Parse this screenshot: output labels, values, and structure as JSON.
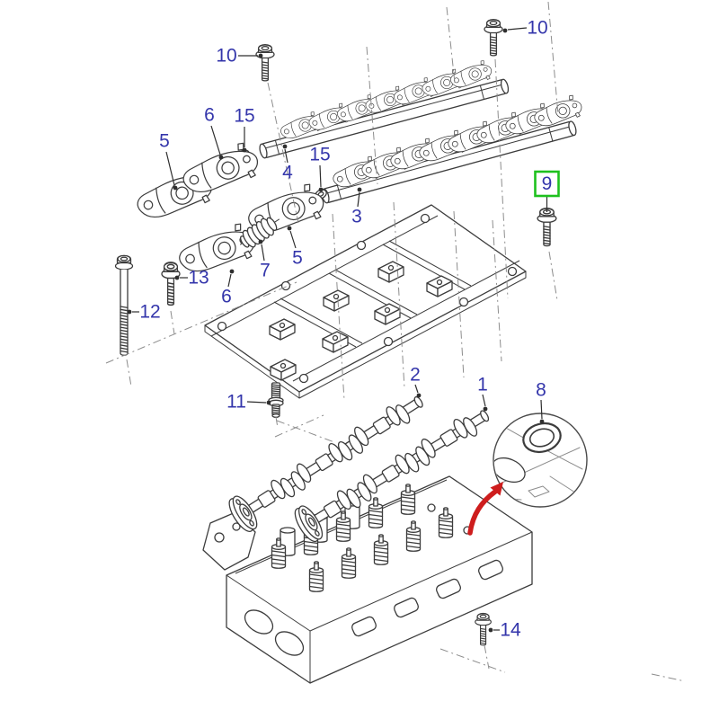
{
  "diagram": {
    "type": "exploded-parts-diagram",
    "subject": "cylinder-head-camshaft-and-rocker-assembly",
    "highlighted_callout": "9",
    "colors": {
      "background": "#ffffff",
      "line_dark": "#3c3c3c",
      "line_mid": "#8d8d8d",
      "leader": "#2e2e2e",
      "label": "#3436ab",
      "highlight_box": "#1ec11e",
      "arrow": "#ce1d1d"
    },
    "callouts": [
      {
        "label": "10",
        "part": "flanged-bolt",
        "highlighted": false
      },
      {
        "label": "10",
        "part": "flanged-bolt",
        "highlighted": false
      },
      {
        "label": "6",
        "part": "rocker-arm",
        "highlighted": false
      },
      {
        "label": "15",
        "part": "washer",
        "highlighted": false
      },
      {
        "label": "5",
        "part": "rocker-arm",
        "highlighted": false
      },
      {
        "label": "15",
        "part": "washer",
        "highlighted": false
      },
      {
        "label": "4",
        "part": "rocker-shaft",
        "highlighted": false
      },
      {
        "label": "3",
        "part": "rocker-shaft",
        "highlighted": false
      },
      {
        "label": "9",
        "part": "flanged-bolt",
        "highlighted": true
      },
      {
        "label": "5",
        "part": "rocker-arm",
        "highlighted": false
      },
      {
        "label": "7",
        "part": "coil-spring",
        "highlighted": false
      },
      {
        "label": "13",
        "part": "flanged-bolt",
        "highlighted": false
      },
      {
        "label": "6",
        "part": "rocker-arm",
        "highlighted": false
      },
      {
        "label": "12",
        "part": "long-bolt",
        "highlighted": false
      },
      {
        "label": "11",
        "part": "stud",
        "highlighted": false
      },
      {
        "label": "2",
        "part": "camshaft",
        "highlighted": false
      },
      {
        "label": "1",
        "part": "camshaft",
        "highlighted": false
      },
      {
        "label": "8",
        "part": "camshaft-seal",
        "highlighted": false
      },
      {
        "label": "14",
        "part": "flanged-bolt",
        "highlighted": false
      }
    ],
    "detail_view": {
      "callout": "8",
      "shape": "circle",
      "indicator": "red-arrow"
    }
  }
}
